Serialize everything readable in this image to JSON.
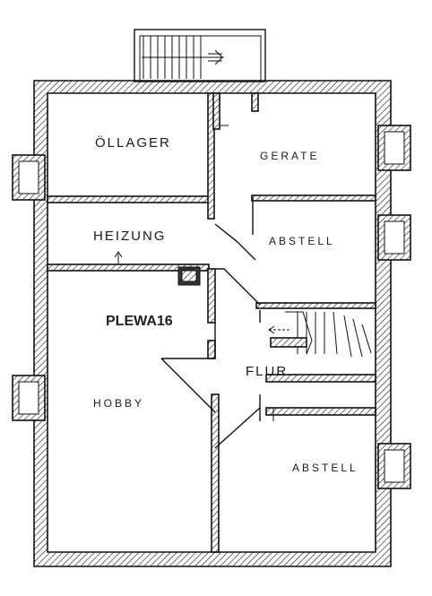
{
  "rooms": {
    "oellager": "ÖLLAGER",
    "geraete": "GERATE",
    "heizung": "HEIZUNG",
    "abstell_top": "ABSTELL",
    "plewa": "PLEWA16",
    "flur": "FLUR",
    "hobby": "HOBBY",
    "abstell_bottom": "ABSTELL"
  },
  "colors": {
    "ink": "#111111",
    "paper": "#ffffff"
  }
}
